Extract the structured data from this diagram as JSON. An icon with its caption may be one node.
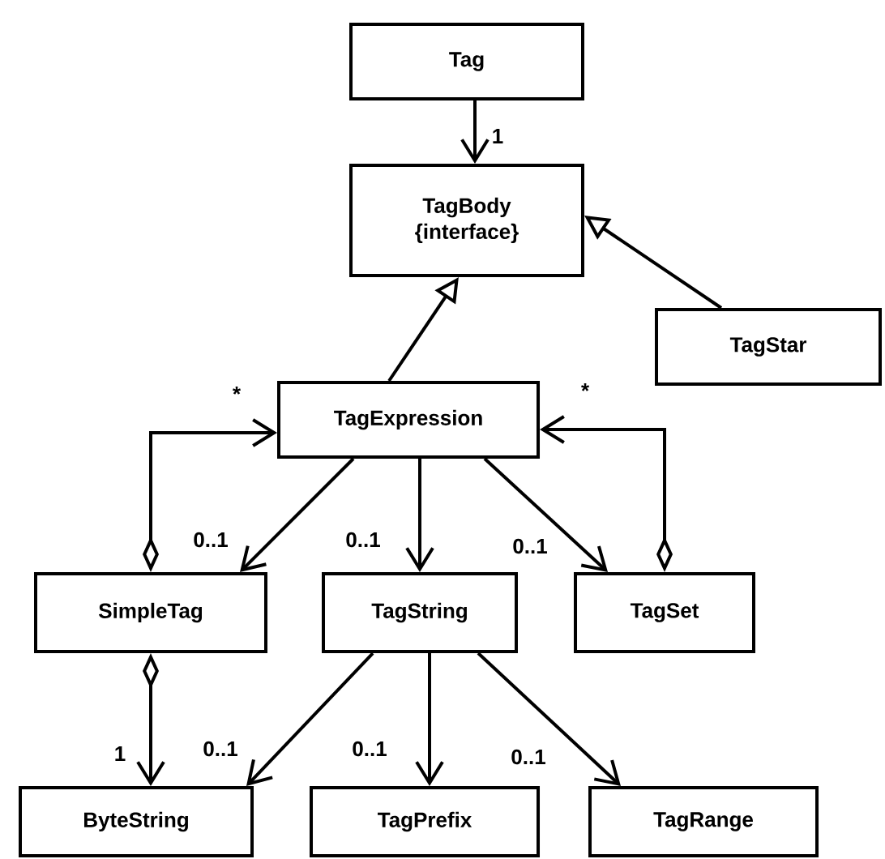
{
  "diagram": {
    "nodes": [
      {
        "text": [
          "Tag"
        ]
      },
      {
        "text": [
          "TagBody",
          "{interface}"
        ]
      },
      {
        "text": [
          "TagStar"
        ]
      },
      {
        "text": [
          "TagExpression"
        ]
      },
      {
        "text": [
          "SimpleTag"
        ]
      },
      {
        "text": [
          "TagString"
        ]
      },
      {
        "text": [
          "TagSet"
        ]
      },
      {
        "text": [
          "ByteString"
        ]
      },
      {
        "text": [
          "TagPrefix"
        ]
      },
      {
        "text": [
          "TagRange"
        ]
      }
    ],
    "edges": [
      {
        "from": 0,
        "to": 1,
        "arrow": "to",
        "label": "1"
      },
      {
        "from": 2,
        "to": 1,
        "arrow": "to"
      },
      {
        "from": 3,
        "to": 1,
        "arrow": "to"
      },
      {
        "from": 4,
        "to": 3,
        "arrow": "to",
        "label": "*"
      },
      {
        "from": 6,
        "to": 3,
        "arrow": "to",
        "label": "*"
      },
      {
        "from": 3,
        "to": 4,
        "arrow": "to",
        "label": "0..1"
      },
      {
        "from": 3,
        "to": 5,
        "arrow": "to",
        "label": "0..1"
      },
      {
        "from": 3,
        "to": 6,
        "arrow": "to",
        "label": "0..1"
      },
      {
        "from": 4,
        "to": 7,
        "arrow": "to",
        "label": "1"
      },
      {
        "from": 5,
        "to": 7,
        "arrow": "to",
        "label": "0..1"
      },
      {
        "from": 5,
        "to": 8,
        "arrow": "to",
        "label": "0..1"
      },
      {
        "from": 5,
        "to": 9,
        "arrow": "to",
        "label": "0..1"
      }
    ]
  }
}
